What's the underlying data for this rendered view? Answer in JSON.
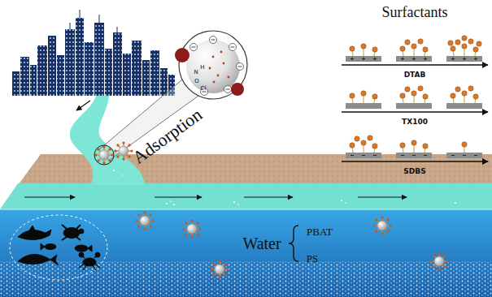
{
  "diagram": {
    "nodes": [
      {
        "text": [
          "DTAB"
        ]
      },
      {
        "text": [
          "TX100"
        ]
      },
      {
        "text": [
          "SDBS"
        ]
      }
    ],
    "labels": [
      "Surfactants",
      "Adsorption",
      "Water",
      "PBAT",
      "PS",
      "N",
      "H",
      "O",
      "Cl"
    ]
  }
}
